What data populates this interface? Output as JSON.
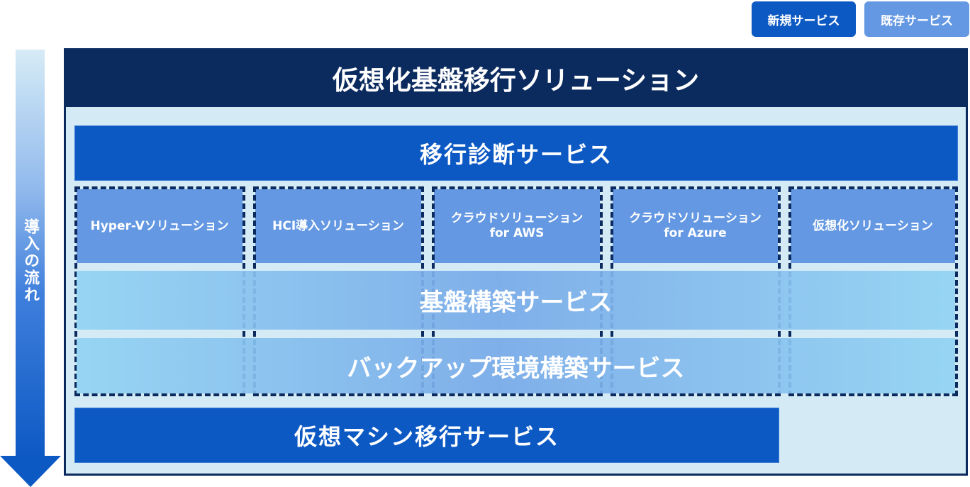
{
  "legend": {
    "new_service": {
      "label": "新規サービス",
      "color": "#0d59c4"
    },
    "existing_service": {
      "label": "既存サービス",
      "color": "#6498e2"
    }
  },
  "flow_arrow": {
    "label": "導入の流れ",
    "icon": "down-arrow-icon"
  },
  "solution": {
    "title": "仮想化基盤移行ソリューション",
    "stages": {
      "diagnosis": {
        "label": "移行診断サービス",
        "type": "new"
      },
      "solutions": [
        {
          "lines": [
            "Hyper-Vソリューション"
          ],
          "type": "existing"
        },
        {
          "lines": [
            "HCI導入ソリューション"
          ],
          "type": "existing"
        },
        {
          "lines": [
            "クラウドソリューション",
            "for AWS"
          ],
          "type": "existing"
        },
        {
          "lines": [
            "クラウドソリューション",
            "for Azure"
          ],
          "type": "existing"
        },
        {
          "lines": [
            "仮想化ソリューション"
          ],
          "type": "existing"
        }
      ],
      "infrastructure": {
        "label": "基盤構築サービス",
        "type": "existing"
      },
      "backup": {
        "label": "バックアップ環境構築サービス",
        "type": "existing"
      },
      "vm_migration": {
        "label": "仮想マシン移行サービス",
        "type": "new"
      }
    }
  },
  "colors": {
    "navy": "#0b2a5e",
    "new_blue": "#0d59c4",
    "existing_blue": "#6498e2",
    "background": "#d4eaf5",
    "band_light": "#92d3f3"
  }
}
